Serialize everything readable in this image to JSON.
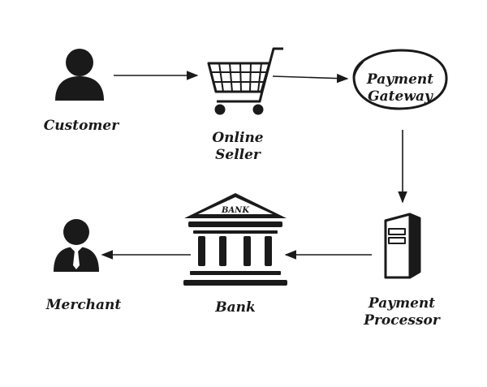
{
  "diagram": {
    "nodes": [
      {
        "id": "customer",
        "label_lines": [
          "Customer"
        ],
        "icon": "person-icon"
      },
      {
        "id": "online-seller",
        "label_lines": [
          "Online",
          "Seller"
        ],
        "icon": "shopping-cart-icon"
      },
      {
        "id": "payment-gateway",
        "label_lines": [
          "Payment",
          "Gateway"
        ],
        "icon": "ellipse-outline"
      },
      {
        "id": "payment-processor",
        "label_lines": [
          "Payment",
          "Processor"
        ],
        "icon": "server-tower-icon"
      },
      {
        "id": "bank",
        "label_lines": [
          "Bank"
        ],
        "icon": "bank-building-icon",
        "pediment_text": "BANK"
      },
      {
        "id": "merchant",
        "label_lines": [
          "Merchant"
        ],
        "icon": "businessman-icon"
      }
    ],
    "edges": [
      {
        "from": "customer",
        "to": "online-seller"
      },
      {
        "from": "online-seller",
        "to": "payment-gateway"
      },
      {
        "from": "payment-gateway",
        "to": "payment-processor"
      },
      {
        "from": "payment-processor",
        "to": "bank"
      },
      {
        "from": "bank",
        "to": "merchant"
      }
    ]
  },
  "colors": {
    "ink": "#1a1a1a",
    "background": "#ffffff",
    "window": "#ffffff"
  }
}
